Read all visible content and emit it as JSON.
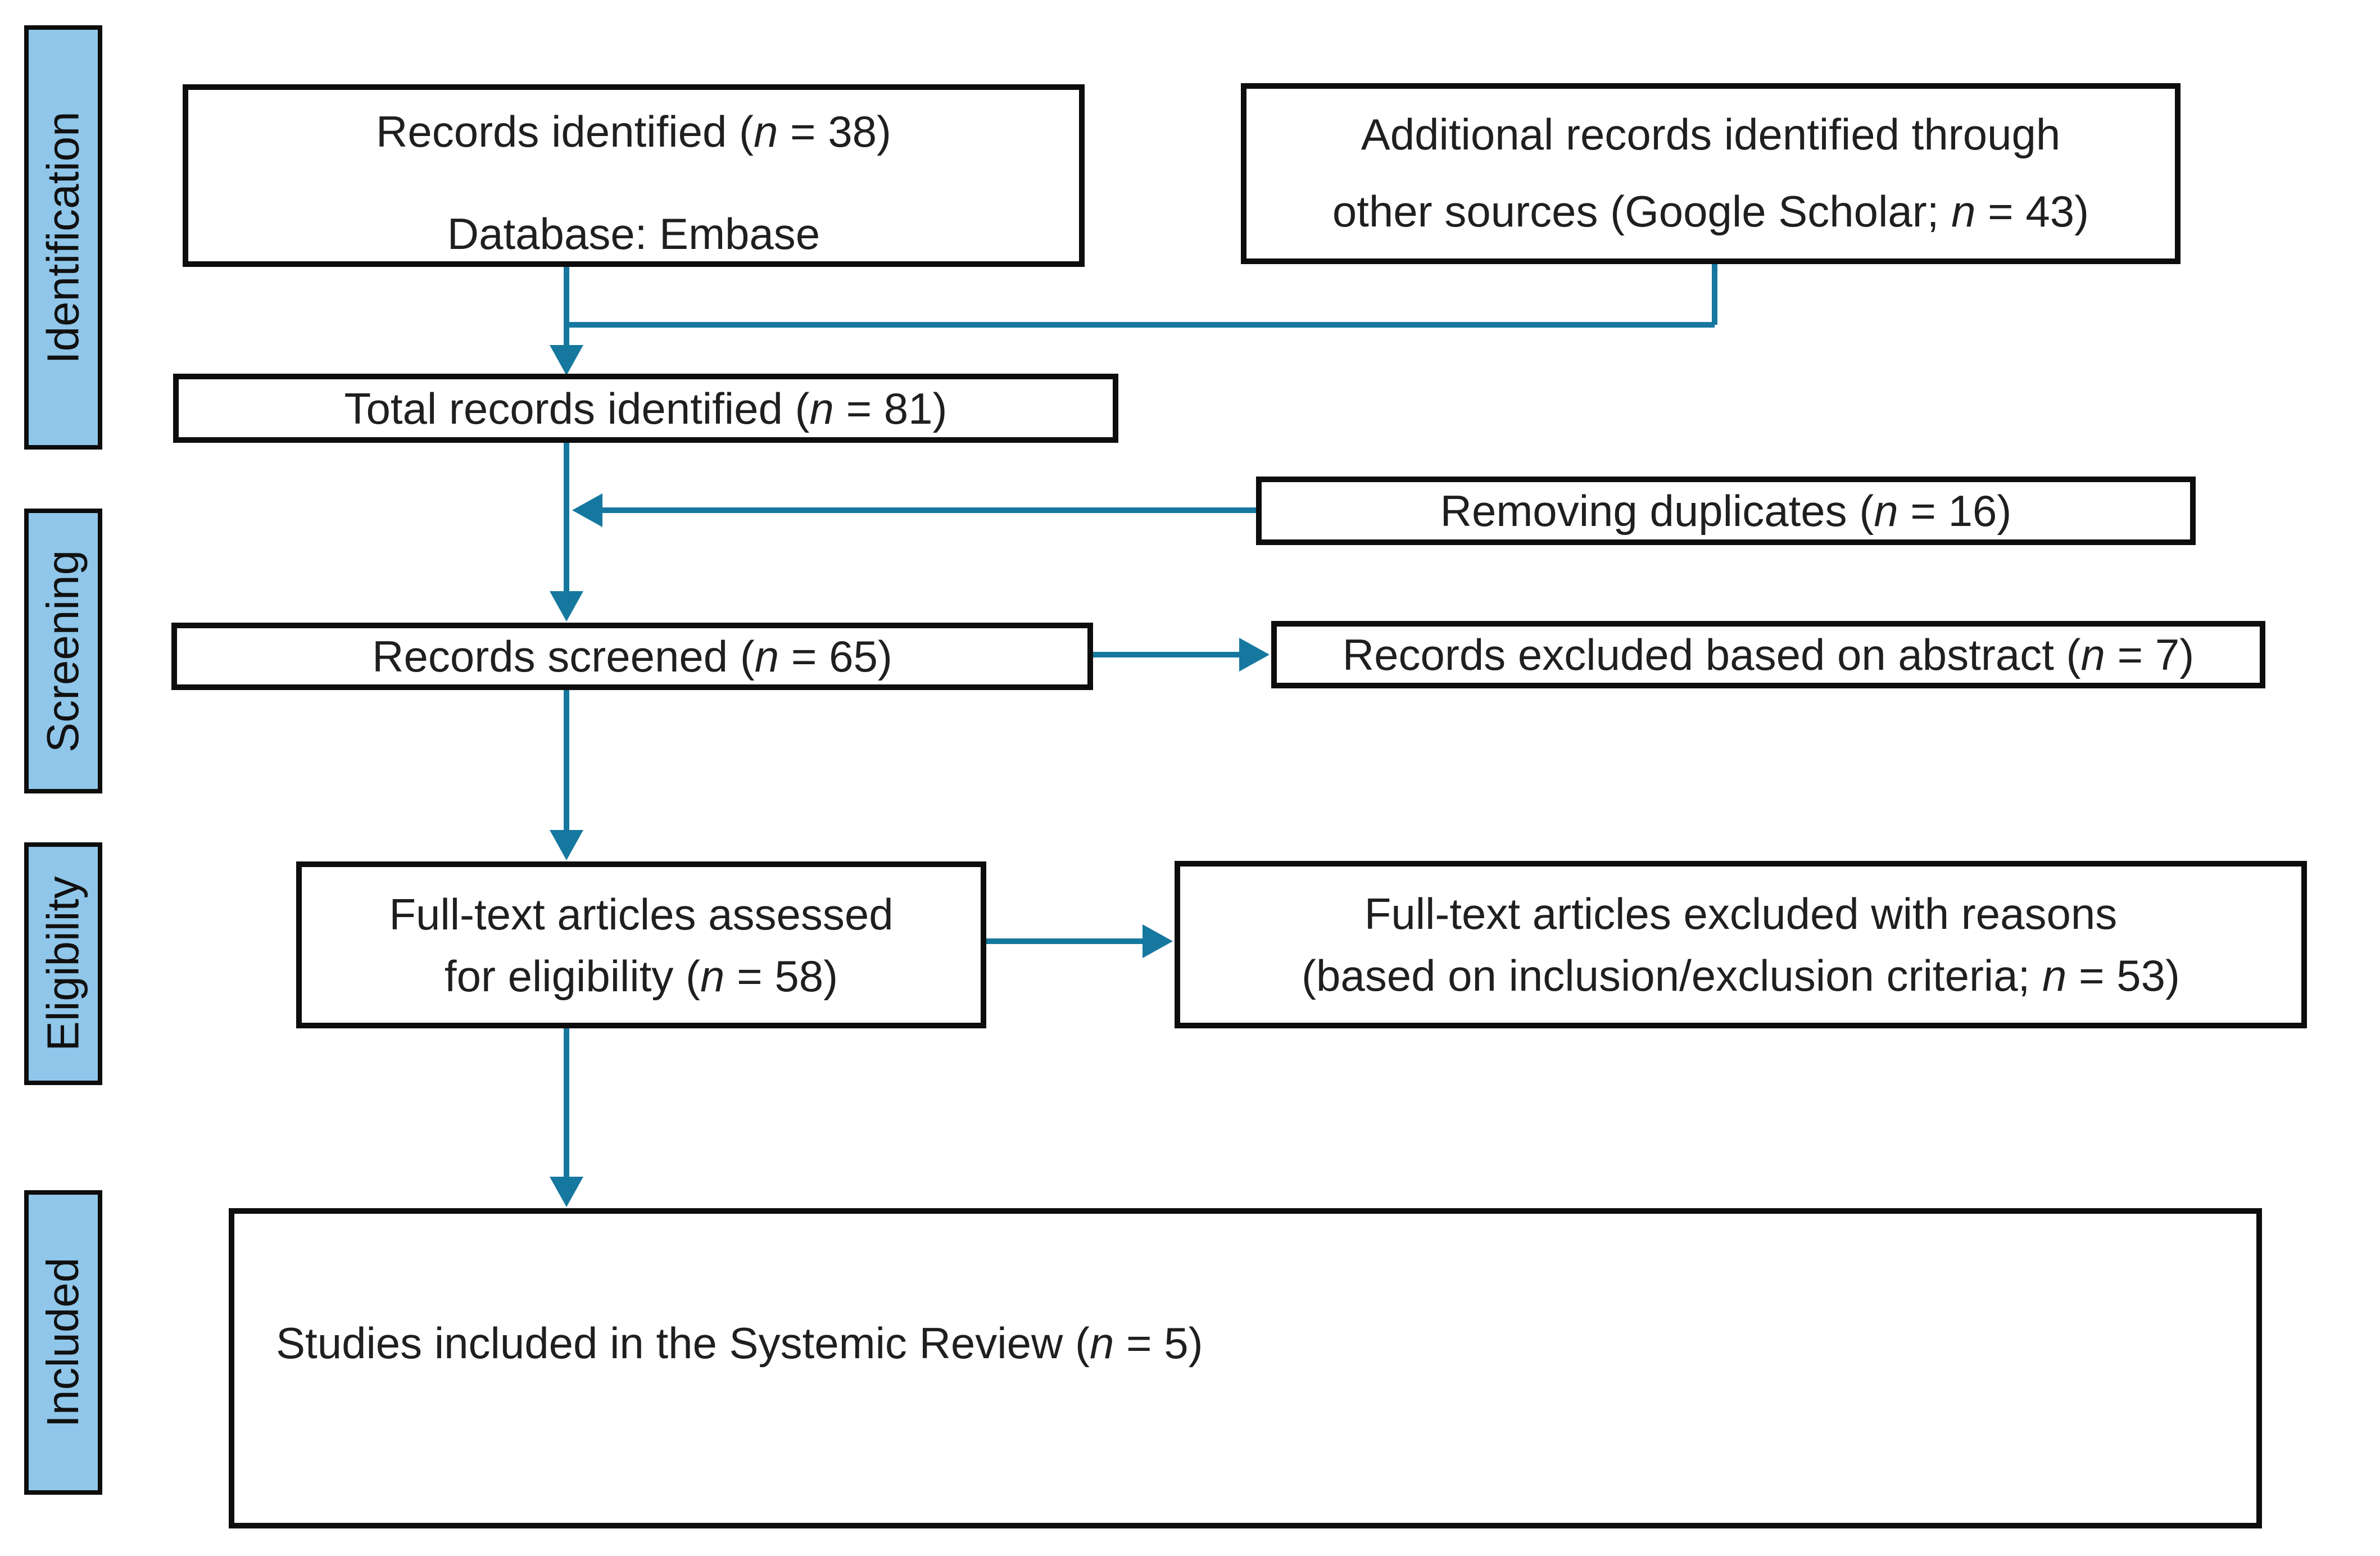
{
  "palette": {
    "arrow_color": "#16789f",
    "stage_fill": "#8fc6e9",
    "border_color": "#0d0d0d",
    "text_color": "#1f1f1f",
    "background": "#ffffff"
  },
  "stages": [
    {
      "id": "identification",
      "label": "Identification"
    },
    {
      "id": "screening",
      "label": "Screening"
    },
    {
      "id": "eligibility",
      "label": "Eligibility"
    },
    {
      "id": "included",
      "label": "Included"
    }
  ],
  "boxes": {
    "records_identified": {
      "lines": [
        [
          {
            "t": "Records identified ("
          },
          {
            "t": "n",
            "i": true
          },
          {
            "t": " = 38)"
          }
        ],
        [
          {
            "t": "Database: Embase"
          }
        ]
      ]
    },
    "additional_records": {
      "lines": [
        [
          {
            "t": "Additional records identified through"
          }
        ],
        [
          {
            "t": "other sources (Google Scholar; "
          },
          {
            "t": "n",
            "i": true
          },
          {
            "t": " = 43)"
          }
        ]
      ]
    },
    "total_records": {
      "lines": [
        [
          {
            "t": "Total records identified ("
          },
          {
            "t": "n",
            "i": true
          },
          {
            "t": " = 81)"
          }
        ]
      ]
    },
    "removing_duplicates": {
      "lines": [
        [
          {
            "t": "Removing duplicates ("
          },
          {
            "t": "n",
            "i": true
          },
          {
            "t": " = 16)"
          }
        ]
      ]
    },
    "records_screened": {
      "lines": [
        [
          {
            "t": "Records screened ("
          },
          {
            "t": "n",
            "i": true
          },
          {
            "t": " = 65)"
          }
        ]
      ]
    },
    "records_excluded_abstract": {
      "lines": [
        [
          {
            "t": "Records excluded based on abstract ("
          },
          {
            "t": "n",
            "i": true
          },
          {
            "t": " = 7)"
          }
        ]
      ]
    },
    "fulltext_assessed": {
      "lines": [
        [
          {
            "t": "Full-text articles assessed"
          }
        ],
        [
          {
            "t": "for eligibility ("
          },
          {
            "t": "n",
            "i": true
          },
          {
            "t": " = 58)"
          }
        ]
      ]
    },
    "fulltext_excluded": {
      "lines": [
        [
          {
            "t": "Full-text articles excluded with reasons"
          }
        ],
        [
          {
            "t": "(based on inclusion/exclusion criteria; "
          },
          {
            "t": "n",
            "i": true
          },
          {
            "t": " = 53)"
          }
        ]
      ]
    },
    "studies_included": {
      "lines": [
        [
          {
            "t": "Studies included in the Systemic Review ("
          },
          {
            "t": "n",
            "i": true
          },
          {
            "t": " = 5)"
          }
        ]
      ]
    }
  }
}
